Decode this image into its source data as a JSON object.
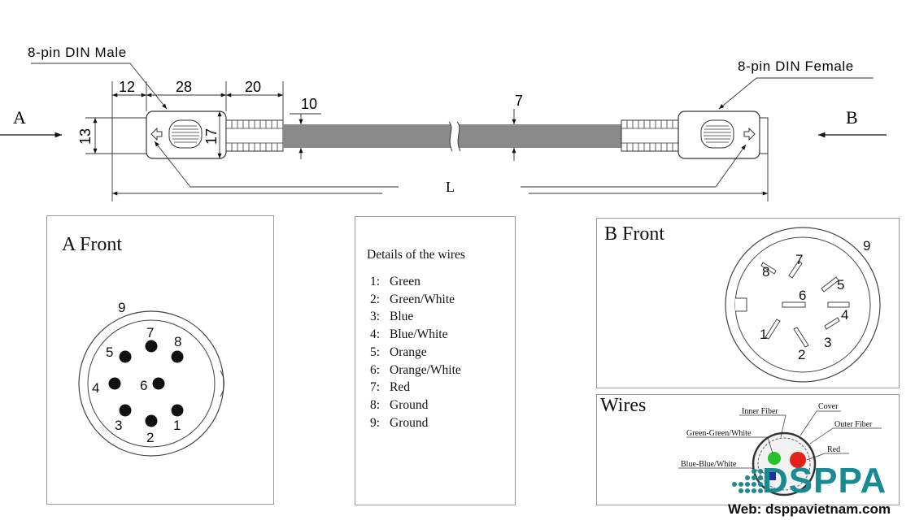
{
  "cable": {
    "label_male": "8-pin DIN Male",
    "label_female": "8-pin DIN Female",
    "end_a": "A",
    "end_b": "B",
    "dim_12": "12",
    "dim_28": "28",
    "dim_20": "20",
    "dim_10": "10",
    "dim_7": "7",
    "dim_13": "13",
    "dim_17": "17",
    "dim_L": "L"
  },
  "a_front": {
    "title": "A Front",
    "pins": [
      "1",
      "2",
      "3",
      "4",
      "5",
      "6",
      "7",
      "8",
      "9"
    ]
  },
  "details": {
    "title": "Details of the wires",
    "rows": [
      {
        "num": "1:",
        "name": "Green"
      },
      {
        "num": "2:",
        "name": "Green/White"
      },
      {
        "num": "3:",
        "name": "Blue"
      },
      {
        "num": "4:",
        "name": "Blue/White"
      },
      {
        "num": "5:",
        "name": "Orange"
      },
      {
        "num": "6:",
        "name": "Orange/White"
      },
      {
        "num": "7:",
        "name": "Red"
      },
      {
        "num": "8:",
        "name": "Ground"
      },
      {
        "num": "9:",
        "name": "Ground"
      }
    ]
  },
  "b_front": {
    "title": "B Front",
    "pins": [
      "1",
      "2",
      "3",
      "4",
      "5",
      "6",
      "7",
      "8",
      "9"
    ]
  },
  "wires": {
    "title": "Wires",
    "labels": {
      "inner_fiber": "Inner Fiber",
      "cover": "Cover",
      "outer_fiber": "Outer Fiber",
      "green": "Green-Green/White",
      "red": "Red",
      "blue": "Blue-Blue/White"
    }
  },
  "brand": {
    "logo": "DSPPA",
    "web": "Web: dsppavietnam.com"
  },
  "colors": {
    "cable_gray": "#8a8a8a",
    "logo_teal": "#1a8a92",
    "green": "#27c227",
    "red": "#e32119",
    "blue": "#1a2fa8"
  }
}
